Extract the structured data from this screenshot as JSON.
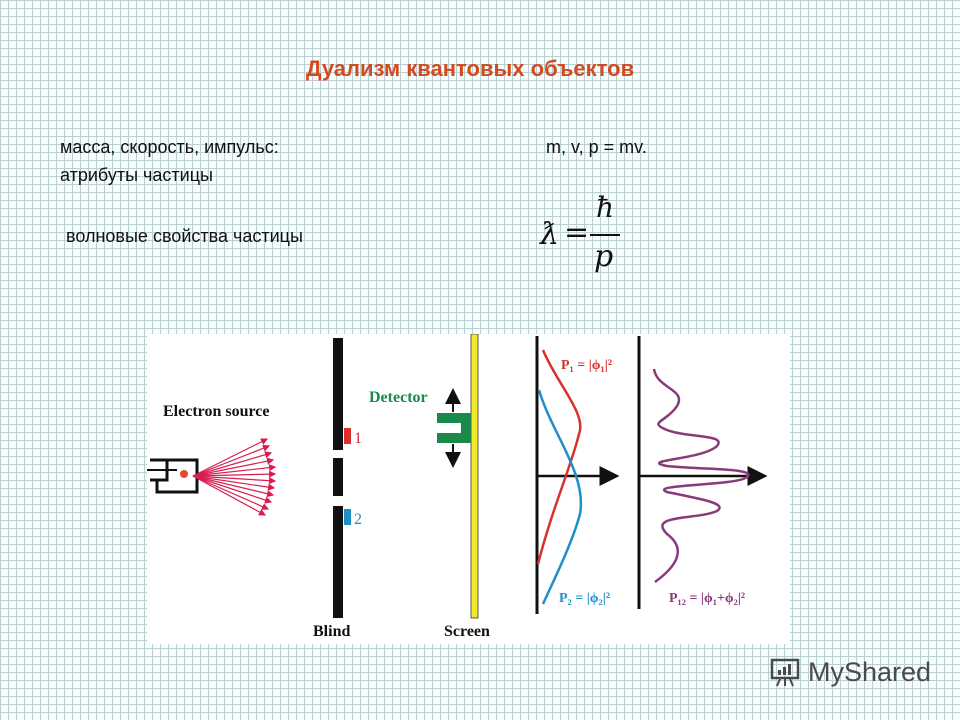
{
  "slide": {
    "title": "Дуализм квантовых объектов",
    "lines": {
      "particle_attrs_1": "масса, скорость, импульс:",
      "particle_attrs_2": "атрибуты частицы",
      "wave_props": "волновые свойства частицы",
      "momentum_formula": "m, v, p = mv."
    },
    "formula": {
      "lhs": "ƛ",
      "eq": "=",
      "numerator": "ħ",
      "denominator": "p"
    }
  },
  "figure": {
    "labels": {
      "source": "Electron source",
      "detector": "Detector",
      "slit1": "1",
      "slit2": "2",
      "blind": "Blind",
      "screen": "Screen",
      "p1": "P₁ = |ϕ₁|²",
      "p2": "P₂ = |ϕ₂|²",
      "p12": "P₁₂ = |ϕ₁+ϕ₂|²"
    },
    "colors": {
      "red": "#d9312b",
      "blue": "#1e8fc8",
      "purple": "#8a3a7a",
      "green": "#1a8a4a",
      "yellow": "#f2ea28",
      "rays": "#d81e50"
    }
  },
  "watermark": {
    "brand": "MyShared"
  }
}
